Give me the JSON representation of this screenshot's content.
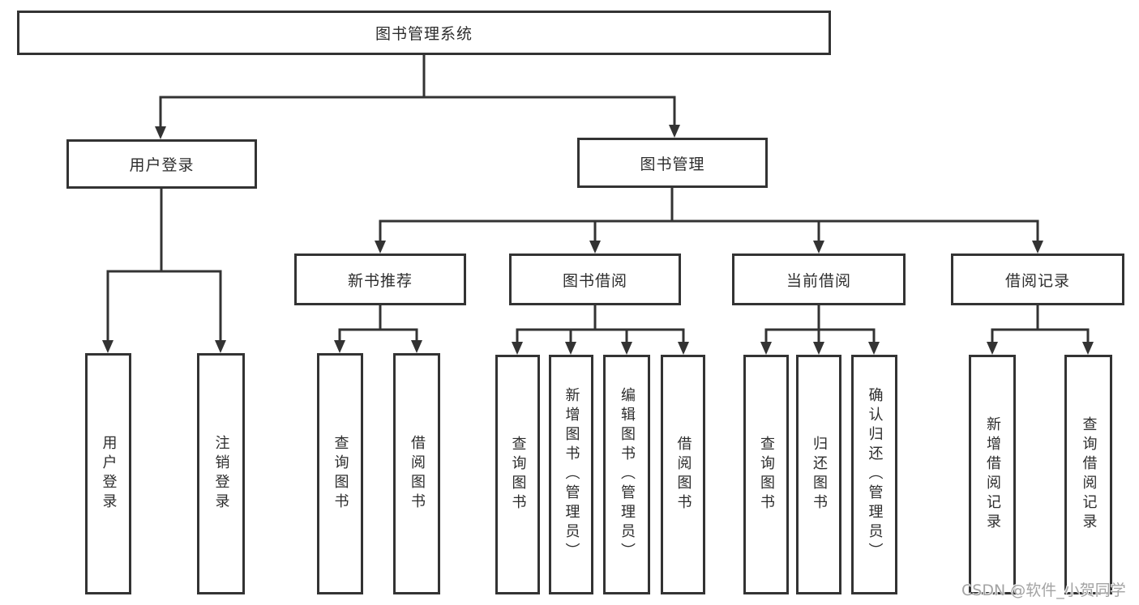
{
  "diagram": {
    "root": {
      "label": "图书管理系统",
      "children": [
        {
          "label": "用户登录",
          "children": [
            {
              "label": "用户登录"
            },
            {
              "label": "注销登录"
            }
          ]
        },
        {
          "label": "图书管理",
          "children": [
            {
              "label": "新书推荐",
              "children": [
                {
                  "label": "查询图书"
                },
                {
                  "label": "借阅图书"
                }
              ]
            },
            {
              "label": "图书借阅",
              "children": [
                {
                  "label": "查询图书"
                },
                {
                  "label": "新增图书（管理员）"
                },
                {
                  "label": "编辑图书（管理员）"
                },
                {
                  "label": "借阅图书"
                }
              ]
            },
            {
              "label": "当前借阅",
              "children": [
                {
                  "label": "查询图书"
                },
                {
                  "label": "归还图书"
                },
                {
                  "label": "确认归还（管理员）"
                }
              ]
            },
            {
              "label": "借阅记录",
              "children": [
                {
                  "label": "新增借阅记录"
                },
                {
                  "label": "查询借阅记录"
                }
              ]
            }
          ]
        }
      ]
    }
  },
  "watermark": {
    "text": "CSDN @软件_小贺同学"
  },
  "colors": {
    "line": "#333333",
    "box_border": "#333333",
    "box_background": "#ffffff",
    "text": "#2d2d2d",
    "watermark": "#a3a3a3"
  }
}
